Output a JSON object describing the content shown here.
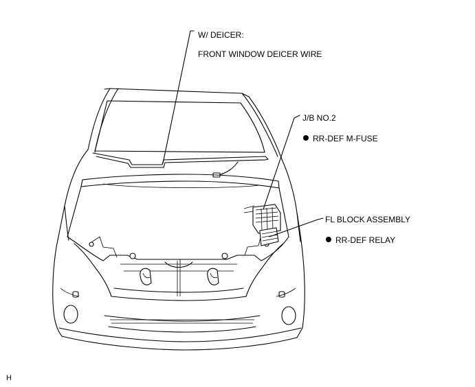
{
  "labels": {
    "deicer_condition": "W/ DEICER:",
    "deicer_wire": "FRONT WINDOW DEICER WIRE",
    "junction_block": "J/B NO.2",
    "m_fuse": "RR-DEF M-FUSE",
    "fl_block": "FL BLOCK ASSEMBLY",
    "relay": "RR-DEF RELAY",
    "corner_mark": "H"
  },
  "colors": {
    "line": "#000000",
    "background": "#ffffff",
    "bullet": "#000000"
  }
}
